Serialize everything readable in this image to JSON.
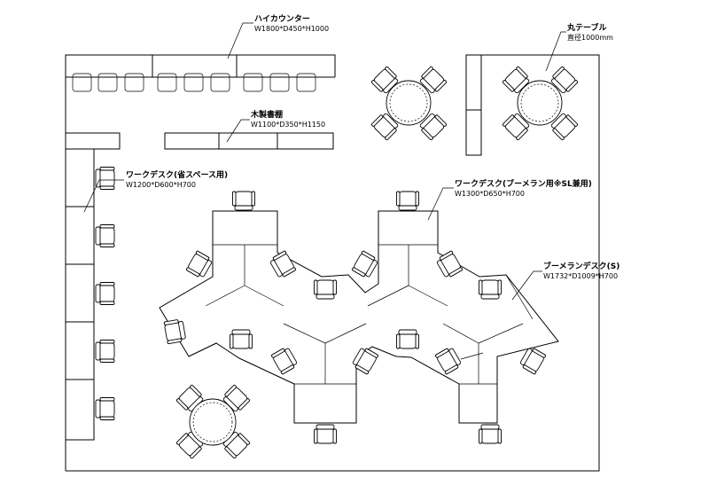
{
  "labels": {
    "high_counter": {
      "name": "ハイカウンター",
      "size": "W1800*D450*H1000"
    },
    "round_table": {
      "name": "丸テーブル",
      "size": "直径1000mm"
    },
    "bookshelf": {
      "name": "木製書棚",
      "size": "W1100*D350*H1150"
    },
    "work_desk_compact": {
      "name": "ワークデスク(省スペース用)",
      "size": "W1200*D600*H700"
    },
    "work_desk_boomerang": {
      "name": "ワークデスク(ブーメラン用※SL兼用)",
      "size": "W1300*D650*H700"
    },
    "boomerang_desk": {
      "name": "ブーメランデスク(S)",
      "size": "W1732*D1009*H700"
    }
  }
}
